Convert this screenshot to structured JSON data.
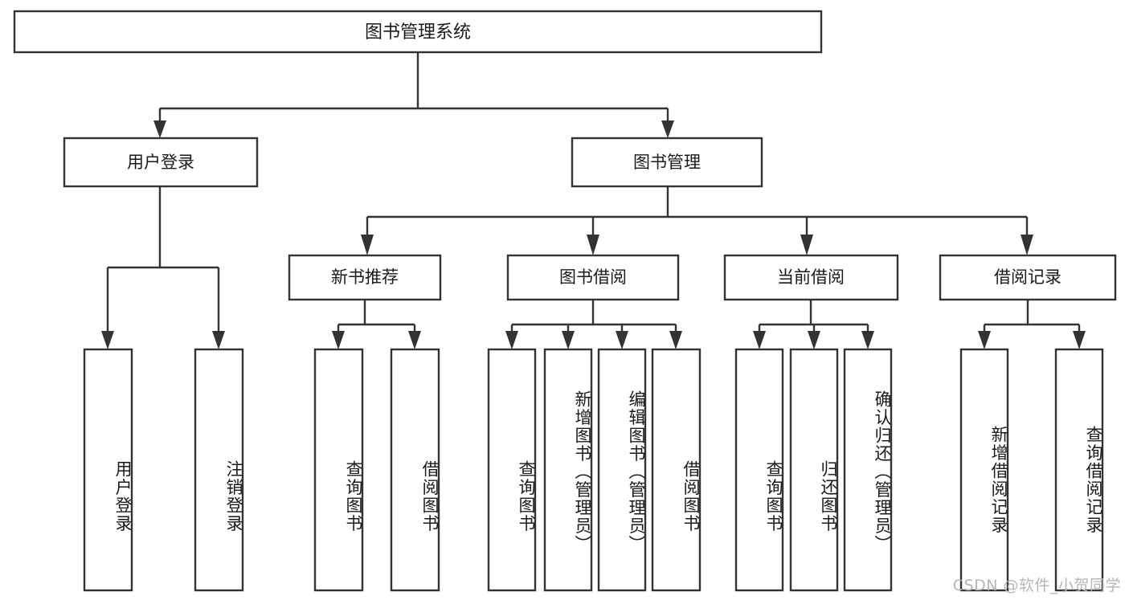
{
  "diagram": {
    "type": "tree-hierarchy",
    "title": "图书管理系统",
    "orientation": "top-down",
    "colors": {
      "box_fill": "#ffffff",
      "box_stroke": "#333333",
      "text": "#1a1a1a",
      "background": "#ffffff",
      "watermark": "#b6b6b6"
    },
    "root": {
      "label": "图书管理系统"
    },
    "level2": {
      "user_login": {
        "label": "用户登录"
      },
      "book_manage": {
        "label": "图书管理"
      }
    },
    "level3": {
      "new_book_rec": {
        "label": "新书推荐"
      },
      "book_borrow": {
        "label": "图书借阅"
      },
      "current_borrow": {
        "label": "当前借阅"
      },
      "borrow_record": {
        "label": "借阅记录"
      }
    },
    "leaves": {
      "user_login": [
        {
          "label": "用户登录"
        },
        {
          "label": "注销登录"
        }
      ],
      "new_book_rec": [
        {
          "label": "查询图书"
        },
        {
          "label": "借阅图书"
        }
      ],
      "book_borrow": [
        {
          "label": "查询图书"
        },
        {
          "label": "新增图书（管理员）"
        },
        {
          "label": "编辑图书（管理员）"
        },
        {
          "label": "借阅图书"
        }
      ],
      "current_borrow": [
        {
          "label": "查询图书"
        },
        {
          "label": "归还图书"
        },
        {
          "label": "确认归还（管理员）"
        }
      ],
      "borrow_record": [
        {
          "label": "新增借阅记录"
        },
        {
          "label": "查询借阅记录"
        }
      ]
    },
    "watermark": "CSDN @软件_小贺同学"
  }
}
